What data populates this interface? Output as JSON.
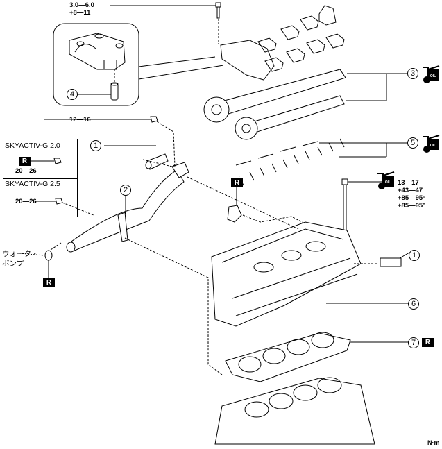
{
  "diagram": {
    "title": "Cylinder head exploded view",
    "unit_label": "N·m",
    "torque_labels": {
      "rocker_bolt": [
        "3.0—6.0",
        "+8—11"
      ],
      "pipe_bolt": "12—16",
      "skyactiv20_bolt": "20—26",
      "skyactiv25_bolt": "20—26",
      "head_bolt": [
        "13—17",
        "+43—47",
        "+85—95°",
        "+85—95°"
      ]
    },
    "variant_boxes": [
      {
        "label": "SKYACTIV-G 2.0"
      },
      {
        "label": "SKYACTIV-G 2.5"
      }
    ],
    "water_pump_label": [
      "ウォータ・",
      "ポンプ"
    ],
    "callouts": [
      {
        "num": "1",
        "part": "hose"
      },
      {
        "num": "1",
        "part": "hose (engine side)"
      },
      {
        "num": "2",
        "part": "water pipe"
      },
      {
        "num": "3",
        "part": "camshaft"
      },
      {
        "num": "4",
        "part": "hydraulic lash adjuster"
      },
      {
        "num": "5",
        "part": "rocker arm"
      },
      {
        "num": "6",
        "part": "cylinder head"
      },
      {
        "num": "7",
        "part": "cylinder head gasket"
      }
    ],
    "badges": {
      "replace": "R",
      "oil": "OIL"
    }
  }
}
